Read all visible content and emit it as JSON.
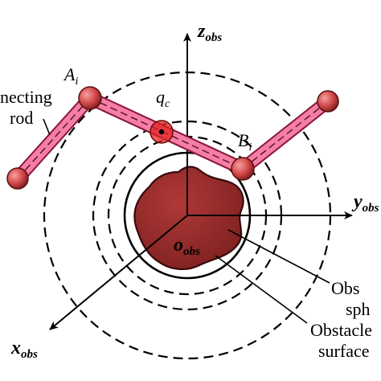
{
  "labels": {
    "z_axis": "z",
    "z_sub": "obs",
    "y_axis": "y",
    "y_sub": "obs",
    "x_axis": "x",
    "x_sub": "obs",
    "origin": "o",
    "origin_sub": "obs",
    "point_a": "A",
    "point_a_sub": "i",
    "point_b": "B",
    "point_b_sub": "i",
    "point_q": "q",
    "point_q_sub": "c",
    "connecting_rod_line1": "necting",
    "connecting_rod_line2": "rod",
    "obstacle_sphere_line1": "Obs",
    "obstacle_sphere_line2": "sph",
    "obstacle_surface_line1": "Obstacle",
    "obstacle_surface_line2": "surface"
  },
  "colors": {
    "rod_fill": "#f47ea6",
    "rod_stroke": "#8a1634",
    "joint_fill": "#d44a4a",
    "obstacle_fill": "#9b2c2c",
    "obstacle_stroke": "#3a0a0a",
    "contact_fill": "#e02020",
    "lines": "#000000"
  }
}
